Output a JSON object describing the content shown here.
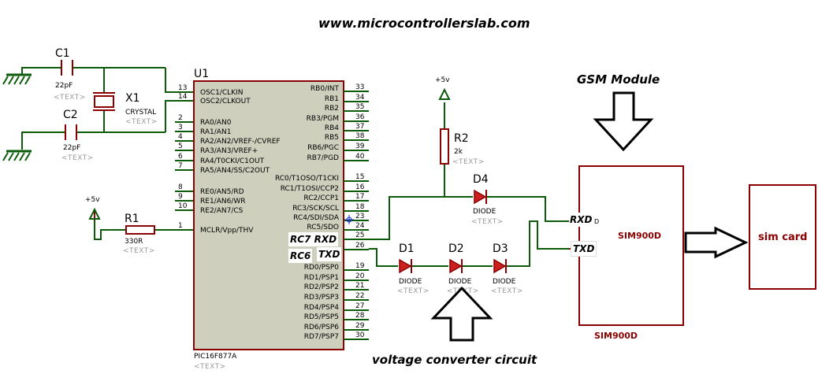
{
  "banner": {
    "url": "www.microcontrollerslab.com"
  },
  "mcu": {
    "ref": "U1",
    "part": "PIC16F877A",
    "text": "<TEXT>",
    "left_pins": [
      {
        "num": "13",
        "name": "OSC1/CLKIN"
      },
      {
        "num": "14",
        "name": "OSC2/CLKOUT"
      },
      {
        "num": "2",
        "name": "RA0/AN0"
      },
      {
        "num": "3",
        "name": "RA1/AN1"
      },
      {
        "num": "4",
        "name": "RA2/AN2/VREF-/CVREF"
      },
      {
        "num": "5",
        "name": "RA3/AN3/VREF+"
      },
      {
        "num": "6",
        "name": "RA4/T0CKI/C1OUT"
      },
      {
        "num": "7",
        "name": "RA5/AN4/SS/C2OUT"
      },
      {
        "num": "8",
        "name": "RE0/AN5/RD"
      },
      {
        "num": "9",
        "name": "RE1/AN6/WR"
      },
      {
        "num": "10",
        "name": "RE2/AN7/CS"
      },
      {
        "num": "1",
        "name": "MCLR/Vpp/THV"
      }
    ],
    "right_pins": [
      {
        "num": "33",
        "name": "RB0/INT"
      },
      {
        "num": "34",
        "name": "RB1"
      },
      {
        "num": "35",
        "name": "RB2"
      },
      {
        "num": "36",
        "name": "RB3/PGM"
      },
      {
        "num": "37",
        "name": "RB4"
      },
      {
        "num": "38",
        "name": "RB5"
      },
      {
        "num": "39",
        "name": "RB6/PGC"
      },
      {
        "num": "40",
        "name": "RB7/PGD"
      },
      {
        "num": "15",
        "name": "RC0/T1OSO/T1CKI"
      },
      {
        "num": "16",
        "name": "RC1/T1OSI/CCP2"
      },
      {
        "num": "17",
        "name": "RC2/CCP1"
      },
      {
        "num": "18",
        "name": "RC3/SCK/SCL"
      },
      {
        "num": "23",
        "name": "RC4/SDI/SDA"
      },
      {
        "num": "24",
        "name": "RC5/SDO"
      },
      {
        "num": "25",
        "name": ""
      },
      {
        "num": "26",
        "name": ""
      },
      {
        "num": "19",
        "name": "RD0/PSP0"
      },
      {
        "num": "20",
        "name": "RD1/PSP1"
      },
      {
        "num": "21",
        "name": "RD2/PSP2"
      },
      {
        "num": "22",
        "name": "RD3/PSP3"
      },
      {
        "num": "27",
        "name": "RD4/PSP4"
      },
      {
        "num": "28",
        "name": "RD5/PSP5"
      },
      {
        "num": "29",
        "name": "RD6/PSP6"
      },
      {
        "num": "30",
        "name": "RD7/PSP7"
      }
    ]
  },
  "components": {
    "c1": {
      "ref": "C1",
      "value": "22pF",
      "text": "<TEXT>"
    },
    "c2": {
      "ref": "C2",
      "value": "22pF",
      "text": "<TEXT>"
    },
    "x1": {
      "ref": "X1",
      "value": "CRYSTAL",
      "text": "<TEXT>"
    },
    "r1": {
      "ref": "R1",
      "value": "330R",
      "text": "<TEXT>"
    },
    "r2": {
      "ref": "R2",
      "value": "2k",
      "text": "<TEXT>"
    },
    "d1": {
      "ref": "D1",
      "value": "DIODE",
      "text": "<TEXT>"
    },
    "d2": {
      "ref": "D2",
      "value": "DIODE",
      "text": "<TEXT>"
    },
    "d3": {
      "ref": "D3",
      "value": "DIODE",
      "text": "<TEXT>"
    },
    "d4": {
      "ref": "D4",
      "value": "DIODE",
      "text": "<TEXT>"
    },
    "vcc1": {
      "label": "+5v"
    },
    "vcc2": {
      "label": "+5v"
    }
  },
  "annotations": {
    "rc7_rxd": "RC7 RXD",
    "rc6": "RC6",
    "txd": "TXD",
    "gsm_module": "GSM Module",
    "voltage_converter": "voltage converter circuit",
    "rxd": "RXD",
    "d_fragment": "D",
    "txd_gsm": "TXD"
  },
  "gsm": {
    "inner_label": "SIM900D",
    "outer_label": "SIM900D"
  },
  "sim": {
    "label": "sim card"
  },
  "colors": {
    "wire": "#0b5b0b",
    "component": "#8b0000",
    "chip_fill": "#cfcfbe",
    "annotation_blue": "#1c2ec8"
  }
}
